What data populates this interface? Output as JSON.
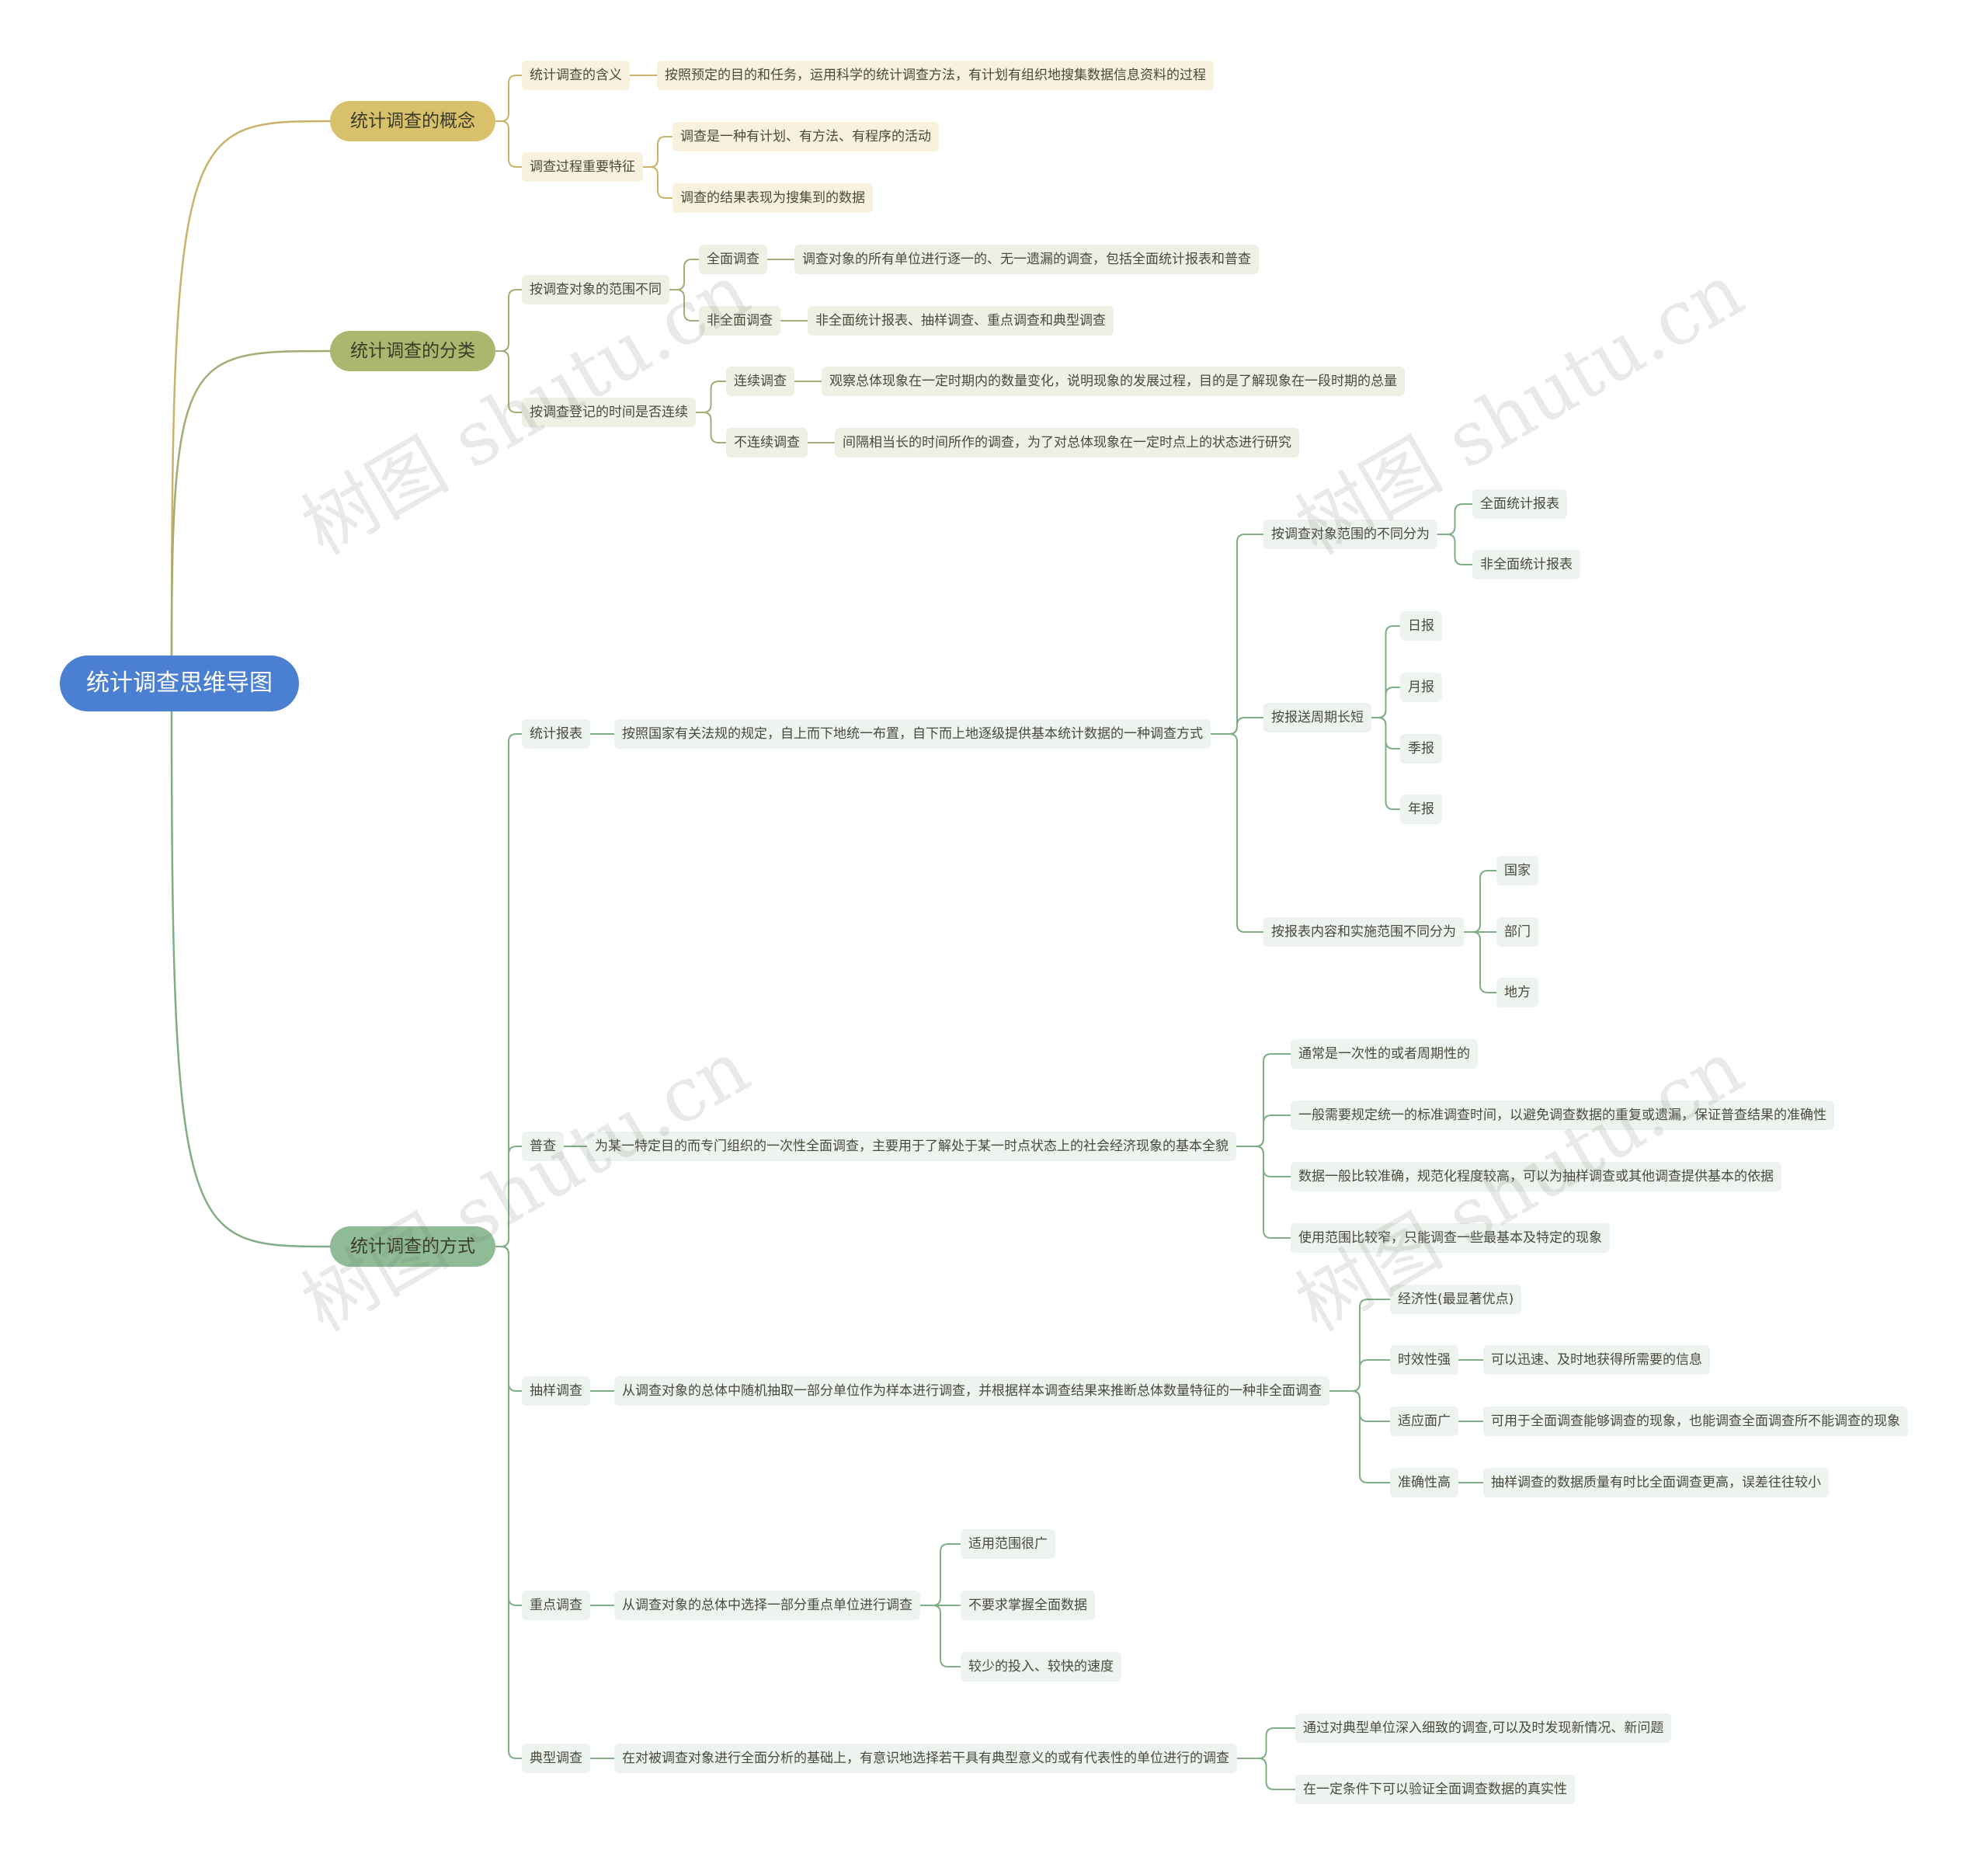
{
  "root": {
    "label": "统计调查思维导图"
  },
  "watermark": "树图 shutu.cn",
  "colors": {
    "root": "#4a7fd1",
    "concept": "#d9c06a",
    "classification": "#a9b86e",
    "methods": "#8fbc96",
    "concept_line": "#c9b36b",
    "classification_line": "#a3ad75",
    "methods_line": "#7fae87"
  },
  "branches": {
    "concept": {
      "label": "统计调查的概念",
      "meaning": {
        "label": "统计调查的含义",
        "detail": "按照预定的目的和任务，运用科学的统计调查方法，有计划有组织地搜集数据信息资料的过程"
      },
      "features": {
        "label": "调查过程重要特征",
        "items": [
          "调查是一种有计划、有方法、有程序的活动",
          "调查的结果表现为搜集到的数据"
        ]
      }
    },
    "classification": {
      "label": "统计调查的分类",
      "by_scope": {
        "label": "按调查对象的范围不同",
        "full": {
          "label": "全面调查",
          "detail": "调查对象的所有单位进行逐一的、无一遗漏的调查，包括全面统计报表和普查"
        },
        "partial": {
          "label": "非全面调查",
          "detail": "非全面统计报表、抽样调查、重点调查和典型调查"
        }
      },
      "by_time": {
        "label": "按调查登记的时间是否连续",
        "continuous": {
          "label": "连续调查",
          "detail": "观察总体现象在一定时期内的数量变化，说明现象的发展过程，目的是了解现象在一段时期的总量"
        },
        "discontinuous": {
          "label": "不连续调查",
          "detail": "间隔相当长的时间所作的调查，为了对总体现象在一定时点上的状态进行研究"
        }
      }
    },
    "methods": {
      "label": "统计调查的方式",
      "report": {
        "label": "统计报表",
        "detail": "按照国家有关法规的规定，自上而下地统一布置，自下而上地逐级提供基本统计数据的一种调查方式",
        "by_scope": {
          "label": "按调查对象范围的不同分为",
          "items": [
            "全面统计报表",
            "非全面统计报表"
          ]
        },
        "by_period": {
          "label": "按报送周期长短",
          "items": [
            "日报",
            "月报",
            "季报",
            "年报"
          ]
        },
        "by_content": {
          "label": "按报表内容和实施范围不同分为",
          "items": [
            "国家",
            "部门",
            "地方"
          ]
        }
      },
      "census": {
        "label": "普查",
        "detail": "为某一特定目的而专门组织的一次性全面调查，主要用于了解处于某一时点状态上的社会经济现象的基本全貌",
        "items": [
          "通常是一次性的或者周期性的",
          "一般需要规定统一的标准调查时间，以避免调查数据的重复或遗漏，保证普查结果的准确性",
          "数据一般比较准确，规范化程度较高，可以为抽样调查或其他调查提供基本的依据",
          "使用范围比较窄，只能调查一些最基本及特定的现象"
        ]
      },
      "sampling": {
        "label": "抽样调查",
        "detail": "从调查对象的总体中随机抽取一部分单位作为样本进行调查，并根据样本调查结果来推断总体数量特征的一种非全面调查",
        "economy": {
          "label": "经济性(最显著优点)"
        },
        "timeliness": {
          "label": "时效性强",
          "detail": "可以迅速、及时地获得所需要的信息"
        },
        "adaptability": {
          "label": "适应面广",
          "detail": "可用于全面调查能够调查的现象，也能调查全面调查所不能调查的现象"
        },
        "accuracy": {
          "label": "准确性高",
          "detail": "抽样调查的数据质量有时比全面调查更高，误差往往较小"
        }
      },
      "key": {
        "label": "重点调查",
        "detail": "从调查对象的总体中选择一部分重点单位进行调查",
        "items": [
          "适用范围很广",
          "不要求掌握全面数据",
          "较少的投入、较快的速度"
        ]
      },
      "typical": {
        "label": "典型调查",
        "detail": "在对被调查对象进行全面分析的基础上，有意识地选择若干具有典型意义的或有代表性的单位进行的调查",
        "items": [
          "通过对典型单位深入细致的调查,可以及时发现新情况、新问题",
          "在一定条件下可以验证全面调查数据的真实性"
        ]
      }
    }
  }
}
